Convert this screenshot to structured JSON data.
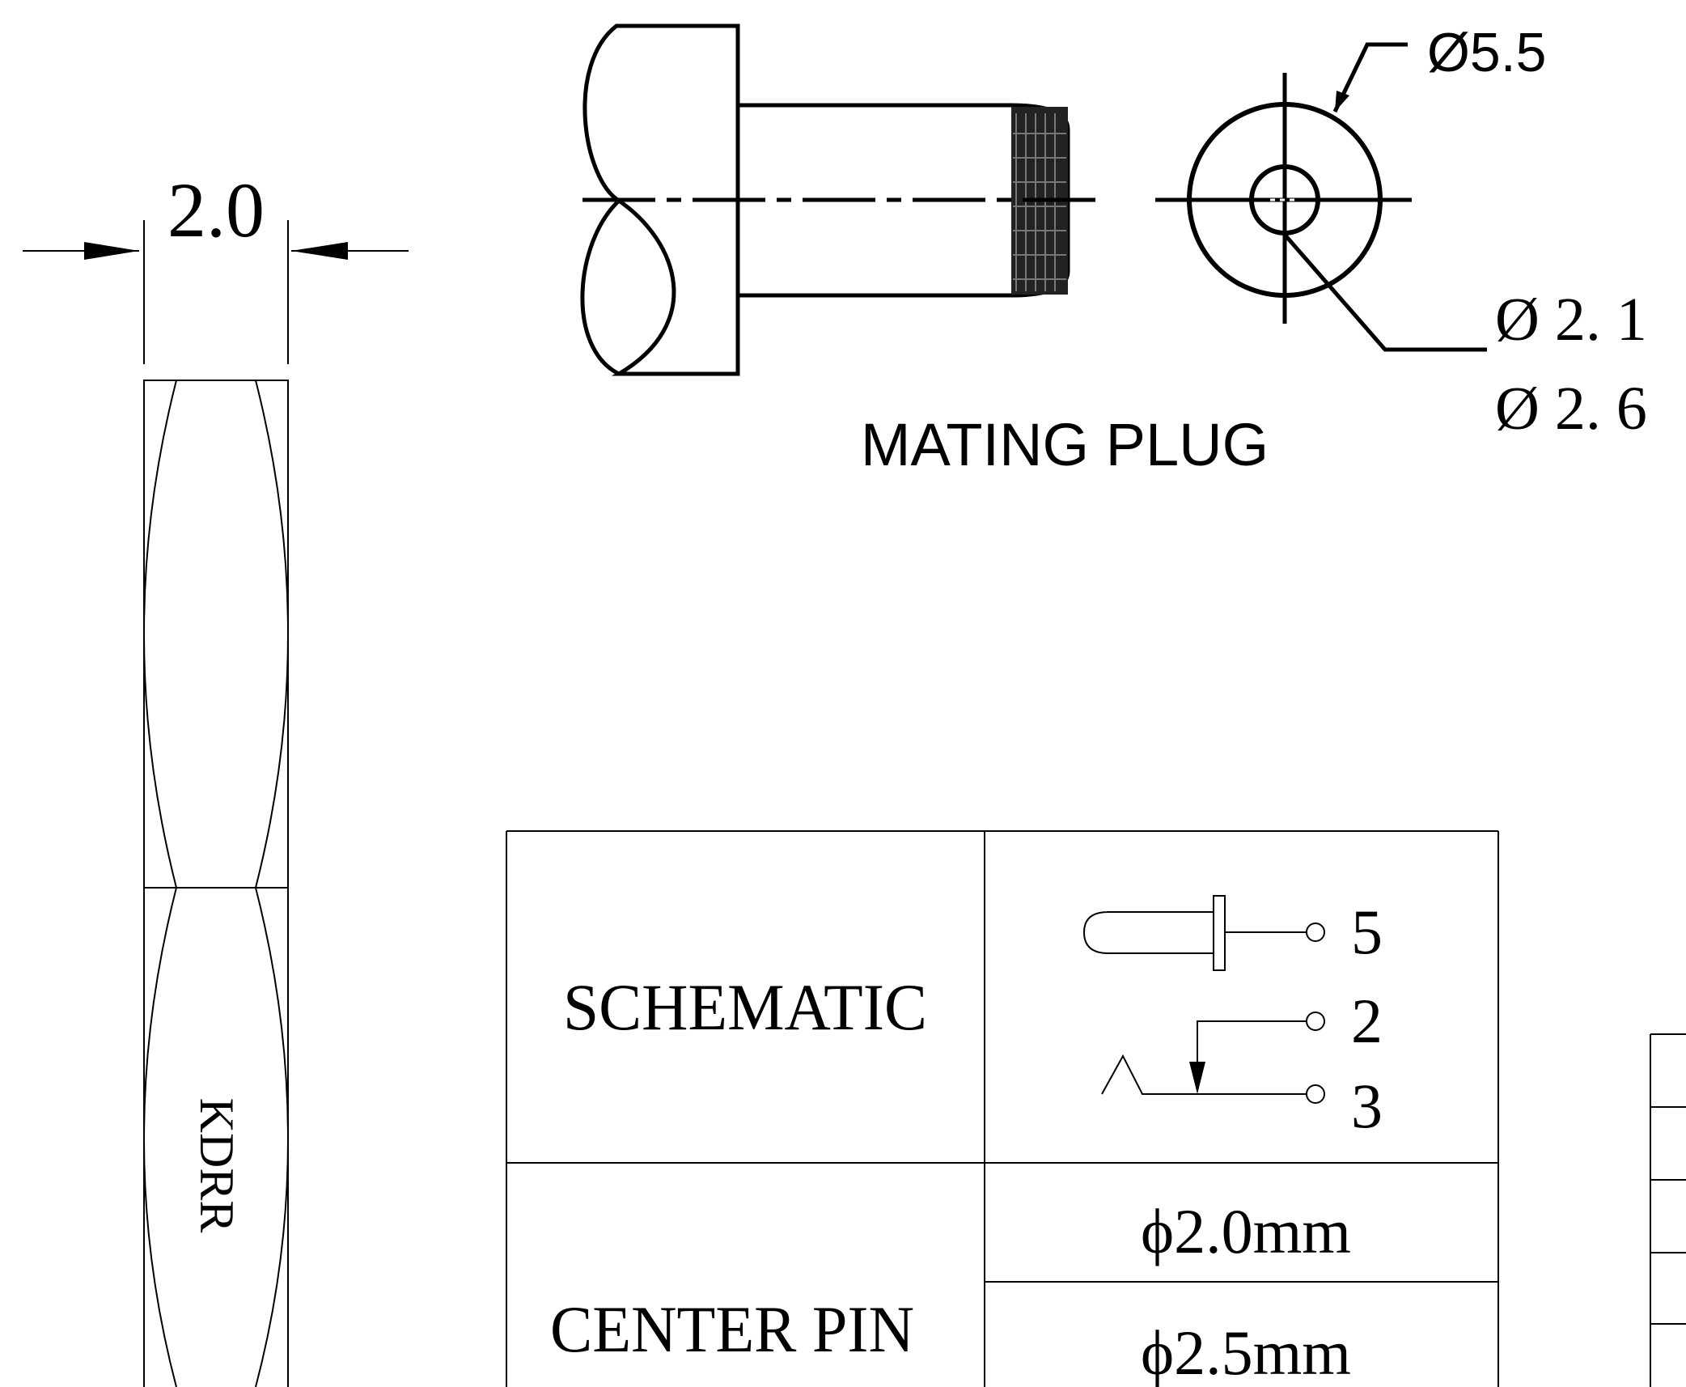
{
  "dimension_width": "2.0",
  "side_label": "KDRR",
  "mating_plug": {
    "title": "MATING PLUG",
    "outer_diameter": "Ø5.5",
    "inner_diameter_a": "Ø 2. 1",
    "inner_diameter_b": "Ø 2. 6"
  },
  "table": {
    "schematic_label": "SCHEMATIC",
    "pin_numbers": [
      "5",
      "2",
      "3"
    ],
    "center_pin_label": "CENTER PIN",
    "center_pin_values": [
      "ϕ2.0mm",
      "ϕ2.5mm"
    ]
  }
}
